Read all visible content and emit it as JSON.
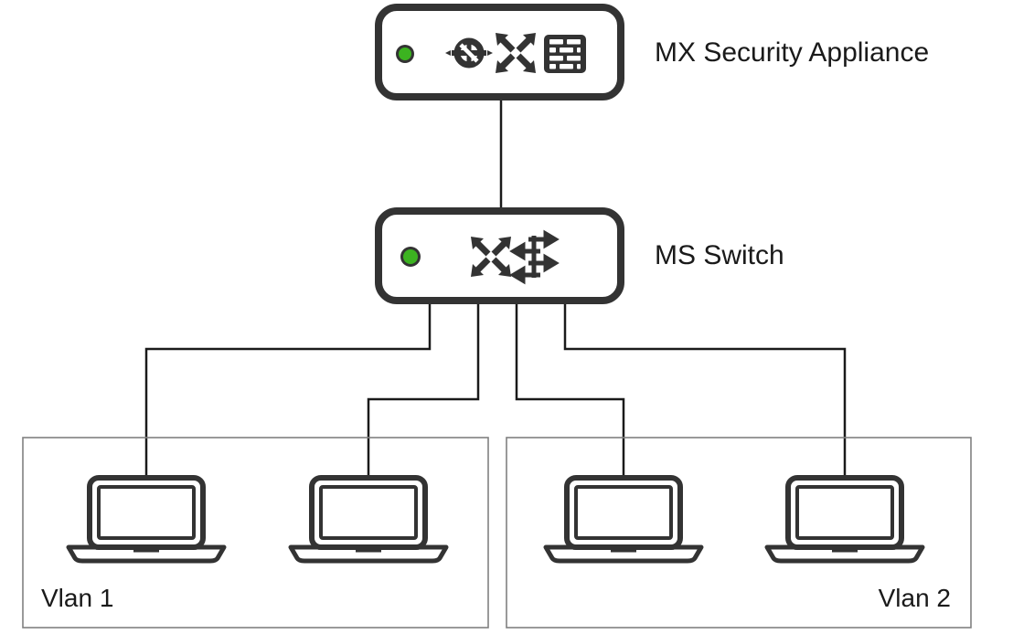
{
  "diagram": {
    "title": "Network topology: MX Security Appliance, MS Switch, two VLANs",
    "background_color": "#ffffff",
    "line_color": "#1a1a1a",
    "device_border_color": "#333333",
    "led_color": "#3cb320",
    "vlan_border_color": "#808080"
  },
  "devices": [
    {
      "id": "mx",
      "label": "MX Security Appliance",
      "led": "status-led-green",
      "icons": [
        "vpn-globe-icon",
        "switching-arrows-icon",
        "firewall-brick-icon"
      ]
    },
    {
      "id": "ms",
      "label": "MS Switch",
      "led": "status-led-green",
      "icons": [
        "switching-arrows-icon",
        "port-traffic-arrows-icon"
      ]
    }
  ],
  "vlans": [
    {
      "id": "vlan1",
      "label": "Vlan 1",
      "label_align": "left",
      "hosts": [
        "laptop-1",
        "laptop-2"
      ]
    },
    {
      "id": "vlan2",
      "label": "Vlan 2",
      "label_align": "right",
      "hosts": [
        "laptop-3",
        "laptop-4"
      ]
    }
  ],
  "links": [
    {
      "from": "mx",
      "to": "ms"
    },
    {
      "from": "ms",
      "to": "laptop-1"
    },
    {
      "from": "ms",
      "to": "laptop-2"
    },
    {
      "from": "ms",
      "to": "laptop-3"
    },
    {
      "from": "ms",
      "to": "laptop-4"
    }
  ]
}
